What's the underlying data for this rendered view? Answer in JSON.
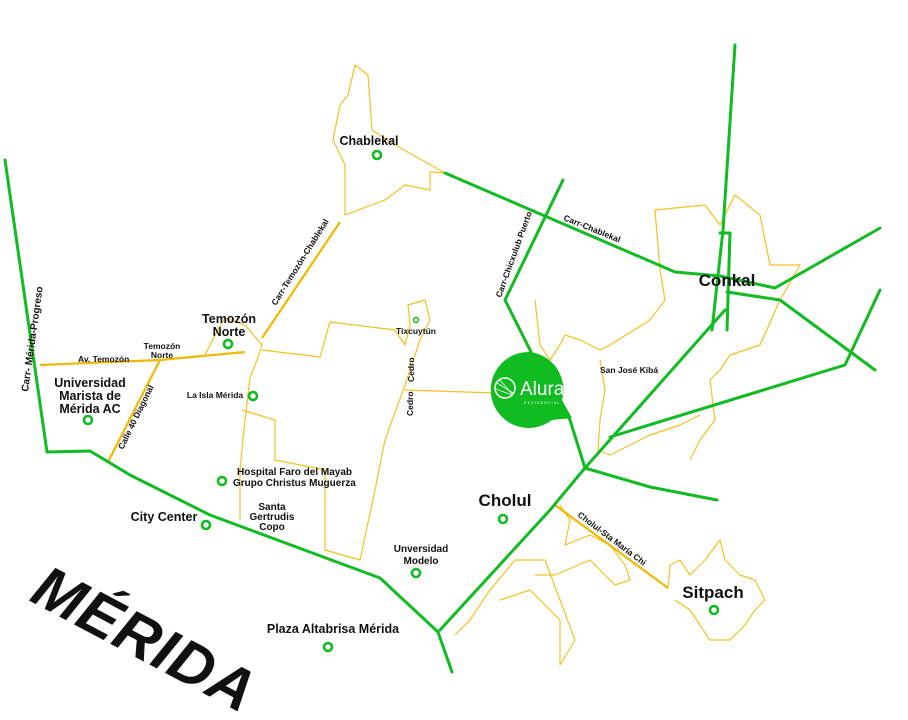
{
  "colors": {
    "road": "#11bb22",
    "boundary": "#f5c020",
    "logo": "#11bb22"
  },
  "logo": {
    "name": "Alura",
    "subtitle": "RESIDENCIAL"
  },
  "city": "MÉRIDA",
  "places": {
    "chablekal": "Chablekal",
    "temozon_norte": [
      "Temozón",
      "Norte"
    ],
    "tixcuytun": "Tixcuytún",
    "conkal": "Conkal",
    "san_jose_kiba": "San José Kibá",
    "cholul": "Cholul",
    "sitpach": "Sitpach",
    "marista": [
      "Universidad",
      "Marista de",
      "Mérida AC"
    ],
    "temozon_norte_small": [
      "Temozón",
      "Norte"
    ],
    "la_isla": "La Isla Mérida",
    "hospital": [
      "Hospital Faro del Mayab",
      "Grupo Christus Muguerza"
    ],
    "santa_gertrudis": [
      "Santa",
      "Gertrudis",
      "Copo"
    ],
    "city_center": "City Center",
    "modelo": [
      "Unversidad",
      "Modelo"
    ],
    "altabrisa": "Plaza Altabrisa Mérida"
  },
  "roads": {
    "merida_progreso": "Carr- Mérida-Progreso",
    "temozon_chablekal": "Carr-Temozón-Chablekal",
    "chicxulub": "Carr-Chicxulub Puerto",
    "chablekal": "Carr-Chablekal",
    "av_temozon": "Av. Temozón",
    "calle40": "Calle 40 Diagonal",
    "cedro": "Cedro",
    "cholul_sta_maria": "Cholul-Sta María Chi"
  }
}
